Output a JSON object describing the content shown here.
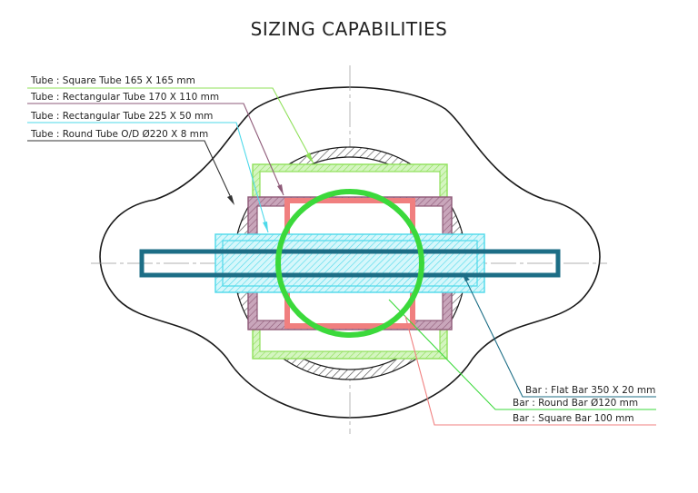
{
  "title": "SIZING CAPABILITIES",
  "tube_labels": [
    {
      "text": "Tube : Square Tube 165 X 165 mm",
      "color": "#8fe05a"
    },
    {
      "text": "Tube : Rectangular Tube 170 X 110 mm",
      "color": "#8e5a78"
    },
    {
      "text": "Tube : Rectangular Tube 225 X 50 mm",
      "color": "#4dd9ea"
    },
    {
      "text": "Tube : Round Tube  O/D Ø220 X 8 mm",
      "color": "#333333"
    }
  ],
  "bar_labels": [
    {
      "text": "Bar : Flat Bar 350 X 20 mm",
      "color": "#1d6e86"
    },
    {
      "text": "Bar : Round Bar Ø120 mm",
      "color": "#3bd93b"
    },
    {
      "text": "Bar : Square Bar 100 mm",
      "color": "#f07f7f"
    }
  ]
}
